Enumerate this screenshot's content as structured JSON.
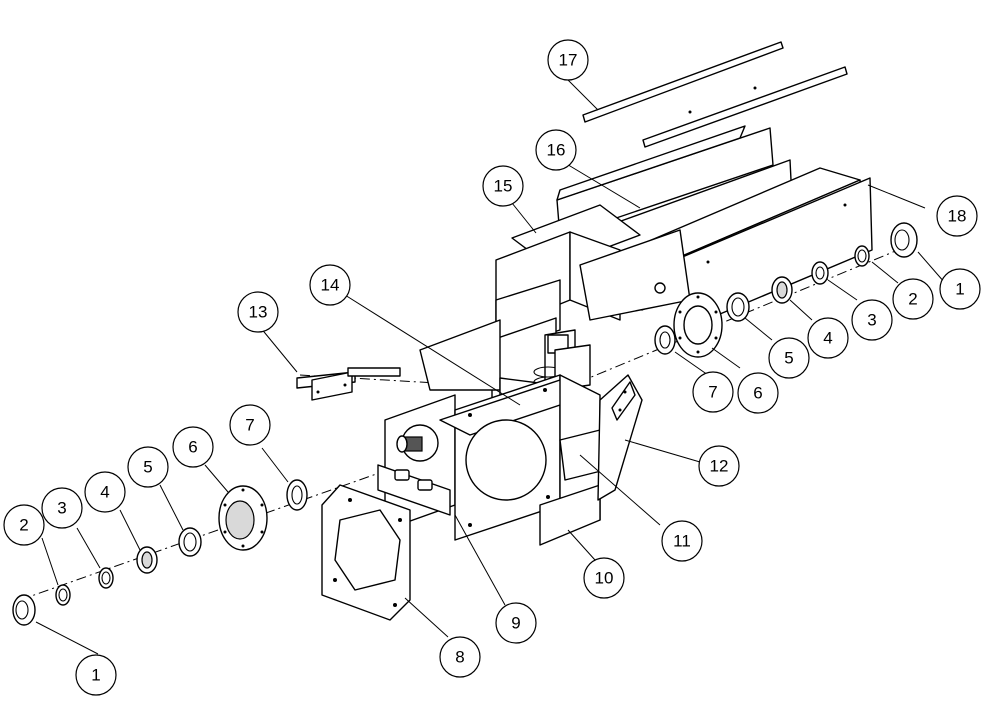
{
  "callouts": [
    {
      "id": "c17",
      "label": "17"
    },
    {
      "id": "c16",
      "label": "16"
    },
    {
      "id": "c15",
      "label": "15"
    },
    {
      "id": "c18",
      "label": "18"
    },
    {
      "id": "c14",
      "label": "14"
    },
    {
      "id": "c13",
      "label": "13"
    },
    {
      "id": "c12",
      "label": "12"
    },
    {
      "id": "c11",
      "label": "11"
    },
    {
      "id": "c10",
      "label": "10"
    },
    {
      "id": "c9",
      "label": "9"
    },
    {
      "id": "c8",
      "label": "8"
    },
    {
      "id": "cr1",
      "label": "1"
    },
    {
      "id": "cr2",
      "label": "2"
    },
    {
      "id": "cr3",
      "label": "3"
    },
    {
      "id": "cr4",
      "label": "4"
    },
    {
      "id": "cr5",
      "label": "5"
    },
    {
      "id": "cr6",
      "label": "6"
    },
    {
      "id": "cr7",
      "label": "7"
    },
    {
      "id": "cl1",
      "label": "1"
    },
    {
      "id": "cl2",
      "label": "2"
    },
    {
      "id": "cl3",
      "label": "3"
    },
    {
      "id": "cl4",
      "label": "4"
    },
    {
      "id": "cl5",
      "label": "5"
    },
    {
      "id": "cl6",
      "label": "6"
    },
    {
      "id": "cl7",
      "label": "7"
    }
  ]
}
